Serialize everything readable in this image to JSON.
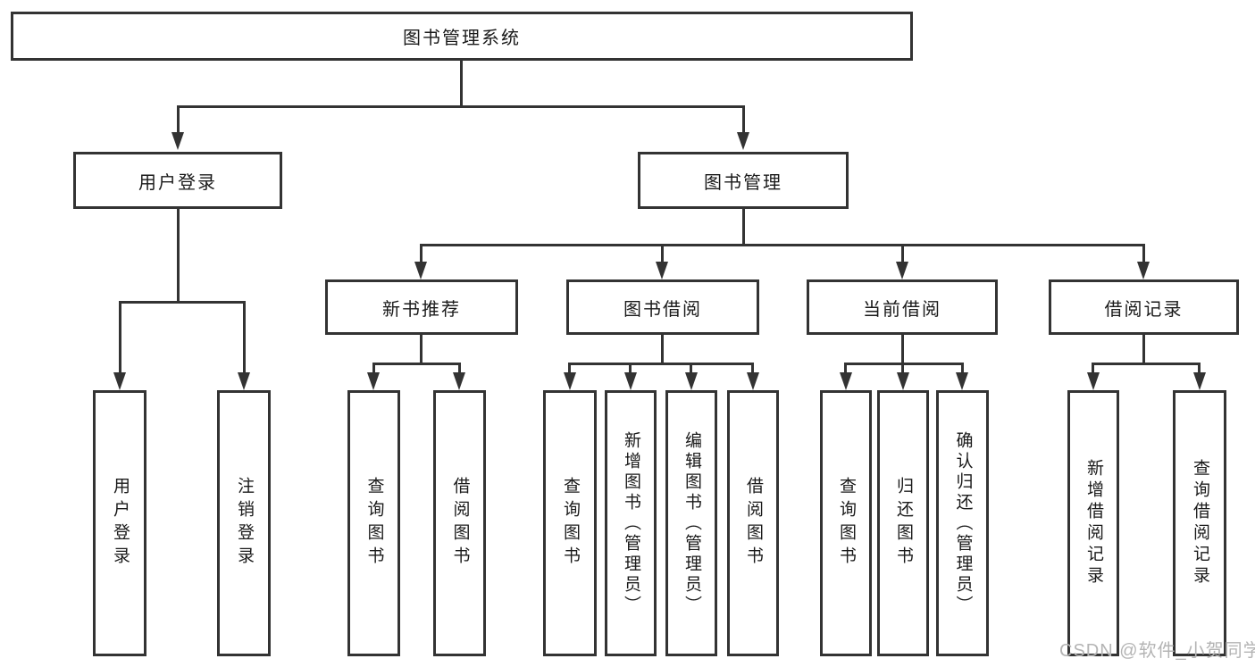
{
  "diagram": {
    "title": "图书管理系统",
    "level2": {
      "user_login": "用户登录",
      "book_management": "图书管理"
    },
    "level3": {
      "new_book_recommend": "新书推荐",
      "book_borrow": "图书借阅",
      "current_borrow": "当前借阅",
      "borrow_record": "借阅记录"
    },
    "leaves": {
      "login_user_login": "用户登录",
      "login_logout": "注销登录",
      "recommend_query_book": "查询图书",
      "recommend_borrow_book": "借阅图书",
      "borrow_query_book": "查询图书",
      "borrow_add_book": "新增图书（管理员）",
      "borrow_edit_book": "编辑图书（管理员）",
      "borrow_borrow_book": "借阅图书",
      "current_query_book": "查询图书",
      "current_return_book": "归还图书",
      "current_confirm_return": "确认归还（管理员）",
      "record_add_record": "新增借阅记录",
      "record_query_record": "查询借阅记录"
    },
    "watermark": "CSDN @软件_小贺同学",
    "colors": {
      "line": "#333333",
      "box_border": "#333333",
      "text": "#1a1a1a",
      "background": "#ffffff",
      "watermark": "#b4b4b4"
    }
  }
}
